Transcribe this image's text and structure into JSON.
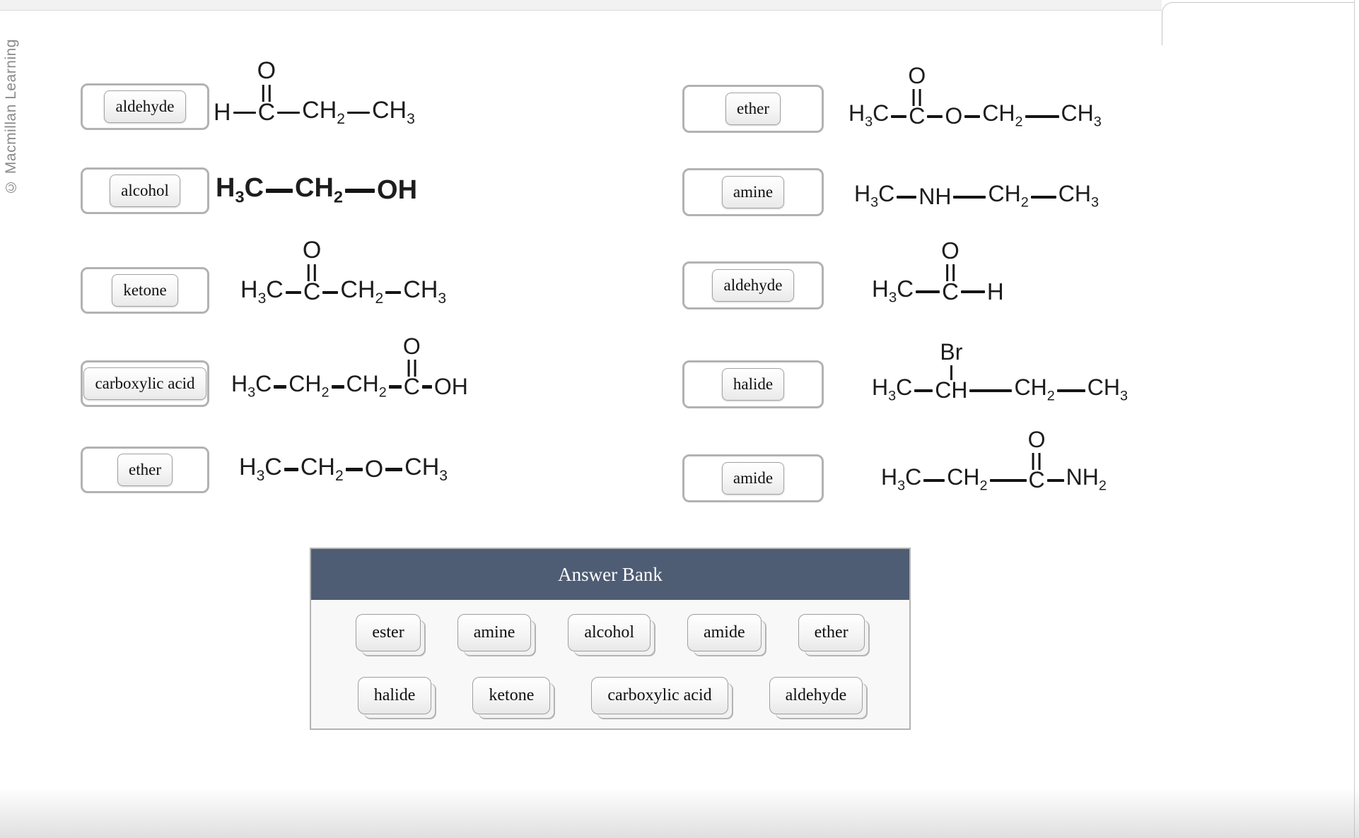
{
  "watermark": "© Macmillan Learning",
  "colors": {
    "bank_header": "#4e5c74",
    "zone_border": "#b2b2b2",
    "chip_border": "#a3a3a3",
    "page_background": "#ffffff"
  },
  "answer_bank": {
    "title": "Answer Bank",
    "rows": [
      [
        "ester",
        "amine",
        "alcohol",
        "amide",
        "ether"
      ],
      [
        "halide",
        "ketone",
        "carboxylic acid",
        "aldehyde"
      ]
    ]
  },
  "left_items": [
    {
      "answer": "aldehyde",
      "structure": [
        {
          "k": "t",
          "v": "H"
        },
        {
          "k": "b",
          "w": 32
        },
        {
          "k": "a",
          "v": "C",
          "top": "O",
          "db": 2
        },
        {
          "k": "b",
          "w": 32
        },
        {
          "k": "t",
          "v": "CH_2"
        },
        {
          "k": "b",
          "w": 32
        },
        {
          "k": "t",
          "v": "CH_3"
        }
      ]
    },
    {
      "answer": "alcohol",
      "structure": [
        {
          "k": "t",
          "v": "H_3C"
        },
        {
          "k": "b",
          "w": 38
        },
        {
          "k": "t",
          "v": "CH_2"
        },
        {
          "k": "b",
          "w": 42
        },
        {
          "k": "t",
          "v": "OH"
        }
      ]
    },
    {
      "answer": "ketone",
      "structure": [
        {
          "k": "t",
          "v": "H_3C"
        },
        {
          "k": "b",
          "w": 22
        },
        {
          "k": "a",
          "v": "C",
          "top": "O",
          "db": 2
        },
        {
          "k": "b",
          "w": 22
        },
        {
          "k": "t",
          "v": "CH_2"
        },
        {
          "k": "b",
          "w": 22
        },
        {
          "k": "t",
          "v": "CH_3"
        }
      ]
    },
    {
      "answer": "carboxylic acid",
      "structure": [
        {
          "k": "t",
          "v": "H_3C"
        },
        {
          "k": "b",
          "w": 18
        },
        {
          "k": "t",
          "v": "CH_2"
        },
        {
          "k": "b",
          "w": 18
        },
        {
          "k": "t",
          "v": "CH_2"
        },
        {
          "k": "b",
          "w": 18
        },
        {
          "k": "a",
          "v": "C",
          "top": "O",
          "db": 2
        },
        {
          "k": "b",
          "w": 14
        },
        {
          "k": "t",
          "v": "OH"
        }
      ]
    },
    {
      "answer": "ether",
      "structure": [
        {
          "k": "t",
          "v": "H_3C"
        },
        {
          "k": "b",
          "w": 20
        },
        {
          "k": "t",
          "v": "CH_2"
        },
        {
          "k": "b",
          "w": 24
        },
        {
          "k": "t",
          "v": "O"
        },
        {
          "k": "b",
          "w": 24
        },
        {
          "k": "t",
          "v": "CH_3"
        }
      ]
    }
  ],
  "right_items": [
    {
      "answer": "ether",
      "structure": [
        {
          "k": "t",
          "v": "H_3C"
        },
        {
          "k": "b",
          "w": 22
        },
        {
          "k": "a",
          "v": "C",
          "top": "O",
          "db": 2
        },
        {
          "k": "b",
          "w": 22
        },
        {
          "k": "t",
          "v": "O"
        },
        {
          "k": "b",
          "w": 22
        },
        {
          "k": "t",
          "v": "CH_2"
        },
        {
          "k": "b",
          "w": 48
        },
        {
          "k": "t",
          "v": "CH_3"
        }
      ]
    },
    {
      "answer": "amine",
      "structure": [
        {
          "k": "t",
          "v": "H_3C"
        },
        {
          "k": "b",
          "w": 28
        },
        {
          "k": "t",
          "v": "NH"
        },
        {
          "k": "b",
          "w": 46
        },
        {
          "k": "t",
          "v": "CH_2"
        },
        {
          "k": "b",
          "w": 36
        },
        {
          "k": "t",
          "v": "CH_3"
        }
      ]
    },
    {
      "answer": "aldehyde",
      "structure": [
        {
          "k": "t",
          "v": "H_3C"
        },
        {
          "k": "b",
          "w": 34
        },
        {
          "k": "a",
          "v": "C",
          "top": "O",
          "db": 2
        },
        {
          "k": "b",
          "w": 34
        },
        {
          "k": "t",
          "v": "H"
        }
      ]
    },
    {
      "answer": "halide",
      "structure": [
        {
          "k": "t",
          "v": "H_3C"
        },
        {
          "k": "b",
          "w": 26
        },
        {
          "k": "a",
          "v": "CH",
          "top": "Br",
          "db": 1
        },
        {
          "k": "b",
          "w": 60
        },
        {
          "k": "t",
          "v": "CH_2"
        },
        {
          "k": "b",
          "w": 40
        },
        {
          "k": "t",
          "v": "CH_3"
        }
      ]
    },
    {
      "answer": "amide",
      "structure": [
        {
          "k": "t",
          "v": "H_3C"
        },
        {
          "k": "b",
          "w": 30
        },
        {
          "k": "t",
          "v": "CH_2"
        },
        {
          "k": "b",
          "w": 52
        },
        {
          "k": "a",
          "v": "C",
          "top": "O",
          "db": 2
        },
        {
          "k": "b",
          "w": 24
        },
        {
          "k": "t",
          "v": "NH_2"
        }
      ]
    }
  ]
}
